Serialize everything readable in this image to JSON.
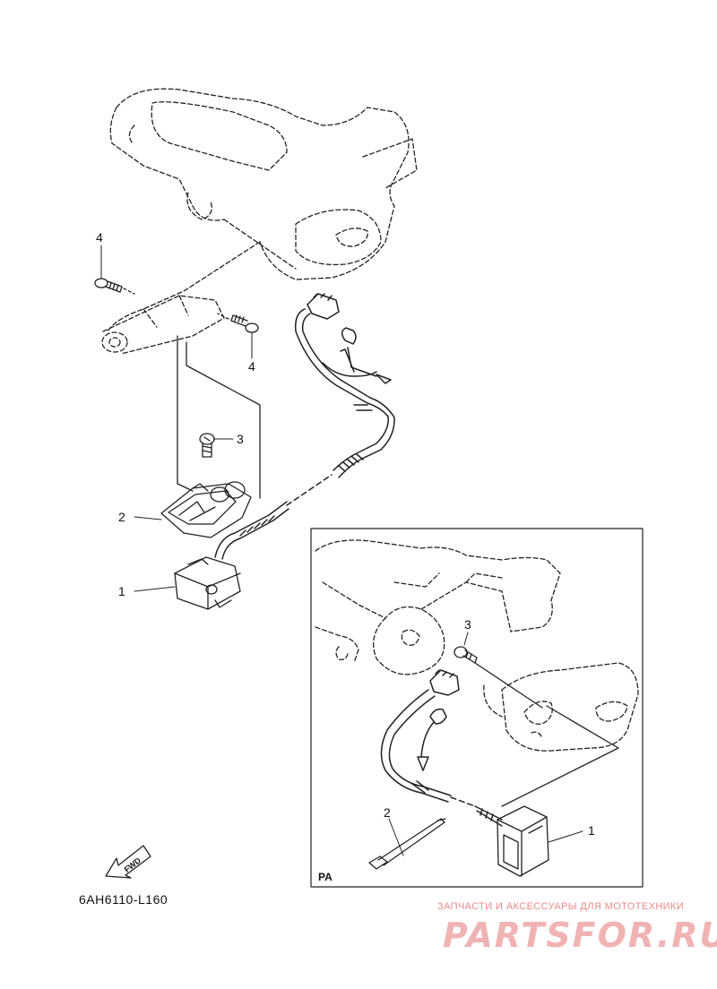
{
  "callouts": {
    "main_4_top": "4",
    "main_4_bottom": "4",
    "main_3": "3",
    "main_2": "2",
    "main_1": "1",
    "inset_3": "3",
    "inset_2": "2",
    "inset_1": "1"
  },
  "inset_label": "PA",
  "fwd_label": "FWD",
  "diagram_ref": "6AH6110-L160",
  "watermark": {
    "tagline": "ЗАПЧАСТИ И АКСЕССУАРЫ ДЛЯ МОТОТЕХНИКИ",
    "logo": "PARTSFOR.RU",
    "color": "#e98a8a"
  },
  "colors": {
    "line": "#222222",
    "paper": "#ffffff"
  }
}
